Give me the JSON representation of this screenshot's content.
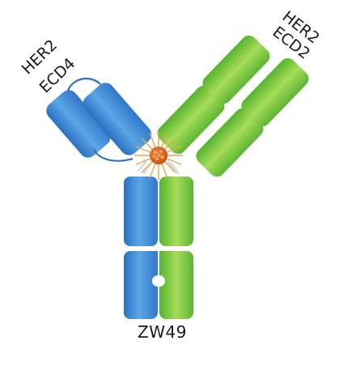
{
  "labels": {
    "her2_ecd4_line1": "HER2",
    "her2_ecd4_line2": "ECD4",
    "her2_ecd2_line1": "HER2",
    "her2_ecd2_line2": "ECD2",
    "molecule_name": "ZW49"
  },
  "colors": {
    "blue_light": "#5aa6e6",
    "blue_dark": "#2a6fc2",
    "green_light": "#a6dc58",
    "green_dark": "#55b32f",
    "payload_core": "#e06a1f",
    "payload_rays": "#f0a24a",
    "linker": "#d9dde6"
  }
}
